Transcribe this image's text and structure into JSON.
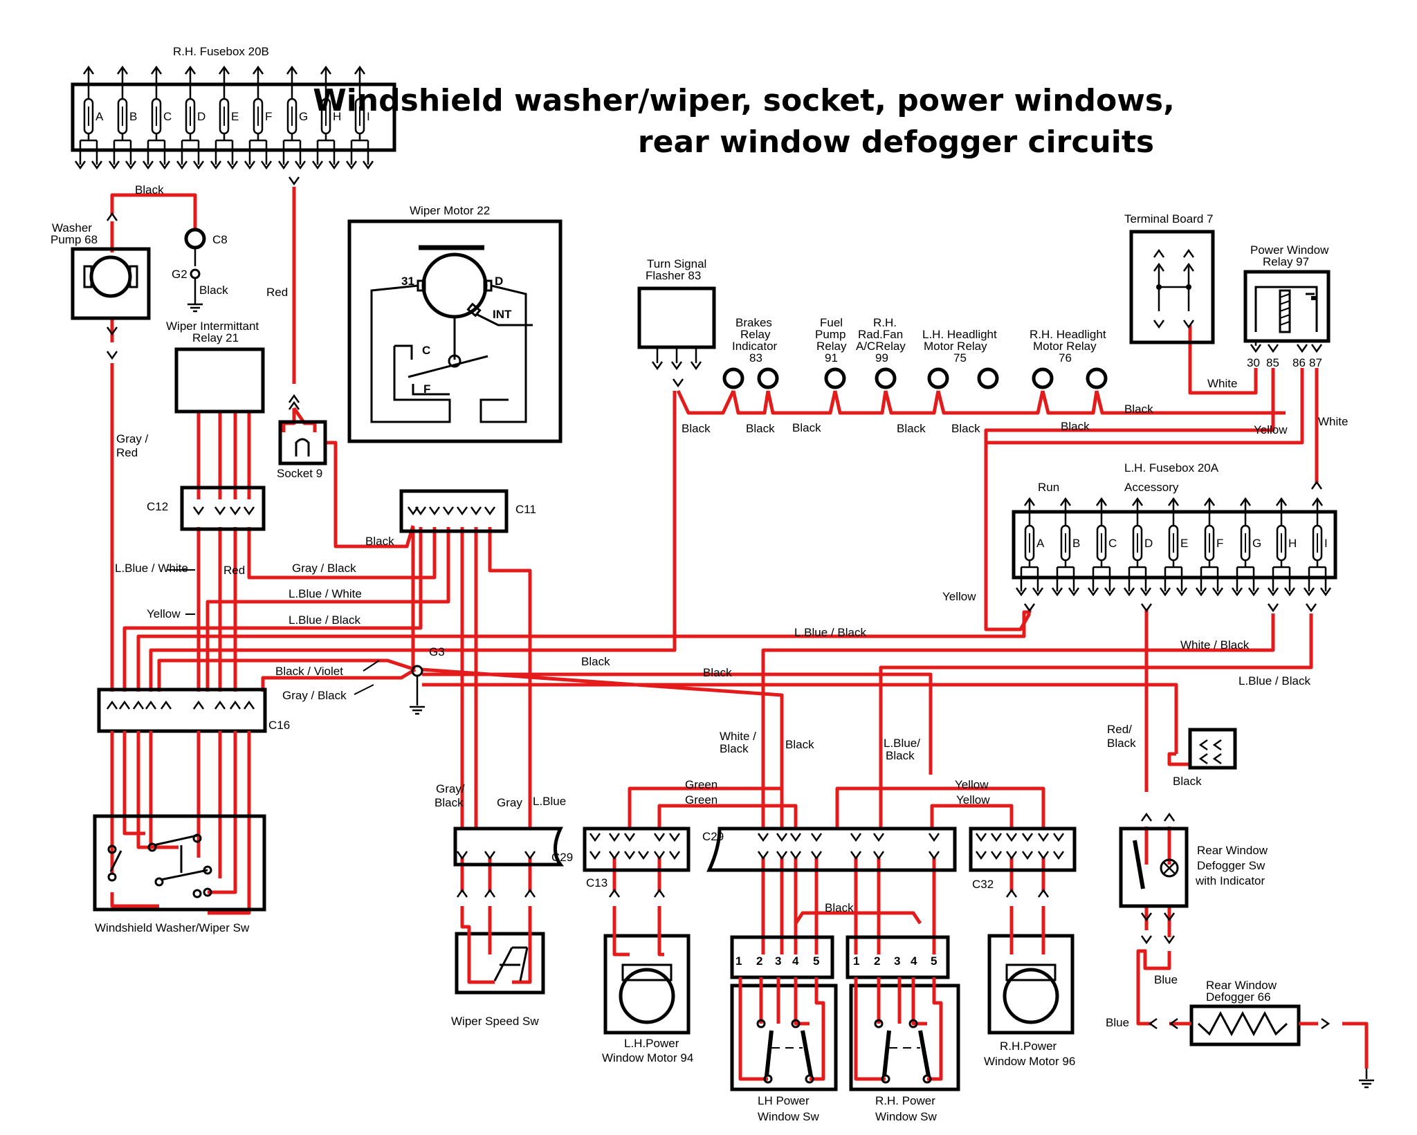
{
  "title": {
    "line1": "Windshield washer/wiper, socket, power windows,",
    "line2": "rear window defogger circuits"
  },
  "components": {
    "rh_fusebox": "R.H. Fusebox 20B",
    "rh_fuse_letters": [
      "A",
      "B",
      "C",
      "D",
      "E",
      "F",
      "G",
      "H",
      "I"
    ],
    "washer_pump": [
      "Washer",
      "Pump 68"
    ],
    "c8": "C8",
    "g2": "G2",
    "wiper_intermittant_relay": [
      "Wiper Intermittant",
      "Relay  21"
    ],
    "wiper_motor": "Wiper Motor 22",
    "wiper_motor_terminals": [
      "31",
      "D",
      "INT",
      "C",
      "F"
    ],
    "socket": "Socket  9",
    "c12": "C12",
    "c11": "C11",
    "c16": "C16",
    "g3": "G3",
    "turn_signal_flasher": [
      "Turn Signal",
      "Flasher 83"
    ],
    "brakes_relay": [
      "Brakes",
      "Relay",
      "Indicator",
      "83"
    ],
    "fuel_pump_relay": [
      "Fuel",
      "Pump",
      "Relay",
      "91"
    ],
    "rad_fan_relay": [
      "R.H.",
      "Rad.Fan",
      "A/CRelay",
      "99"
    ],
    "lh_headlight_relay": [
      "L.H. Headlight",
      "Motor  Relay",
      "75"
    ],
    "rh_headlight_relay": [
      "R.H. Headlight",
      "Motor Relay",
      "76"
    ],
    "terminal_board": "Terminal Board 7",
    "power_window_relay": [
      "Power Window",
      "Relay  97"
    ],
    "relay_pins": [
      "30",
      "85",
      "86",
      "87"
    ],
    "lh_fusebox": "L.H. Fusebox 20A",
    "lh_fuse_letters": [
      "A",
      "B",
      "C",
      "D",
      "E",
      "F",
      "G",
      "H",
      "I"
    ],
    "run": "Run",
    "accessory": "Accessory",
    "washer_wiper_sw": "Windshield Washer/Wiper Sw",
    "wiper_speed_sw": "Wiper Speed Sw",
    "c29": "C29",
    "c13": "C13",
    "c32": "C32",
    "lh_window_motor": [
      "L.H.Power",
      "Window Motor 94"
    ],
    "rh_window_motor": [
      "R.H.Power",
      "Window Motor 96"
    ],
    "lh_window_sw": [
      "LH Power",
      "Window Sw"
    ],
    "rh_window_sw": [
      "R.H. Power",
      "Window Sw"
    ],
    "switch_pins": [
      "1",
      "2",
      "3",
      "4",
      "5"
    ],
    "defogger_sw": [
      "Rear Window",
      "Defogger Sw",
      "with Indicator"
    ],
    "defogger": [
      "Rear  Window",
      "Defogger 66"
    ]
  },
  "wires": {
    "black": "Black",
    "red": "Red",
    "gray_red": [
      "Gray /",
      "Red"
    ],
    "gray_black": "Gray / Black",
    "gray_black2": "Gray/ Black",
    "lblue_white": "L.Blue / White",
    "lblue_white2": "L.Blue / White",
    "lblue_black": "L.Blue / Black",
    "yellow": "Yellow",
    "black_violet": "Black / Violet",
    "gray_black_c16": "Gray / Black",
    "lblue_black_long": "L.Blue / Black",
    "white_black": "White / Black",
    "lblue_black_right": "L.Blue / Black",
    "white": "White",
    "white_relay": "White",
    "yellow_relay": "Yellow",
    "yellow_fuse": "Yellow",
    "white_black_v": [
      "White /",
      "Black"
    ],
    "lblue_black_v": [
      "L.Blue/",
      "Black"
    ],
    "red_black": [
      "Red/",
      "Black"
    ],
    "gray_black_v": [
      "Gray/",
      "Black"
    ],
    "gray": "Gray",
    "lblue": "L.Blue",
    "green": "Green",
    "yellow_w": "Yellow",
    "blue": "Blue"
  },
  "colors": {
    "wire": "#e31b1b",
    "ink": "#000000"
  }
}
